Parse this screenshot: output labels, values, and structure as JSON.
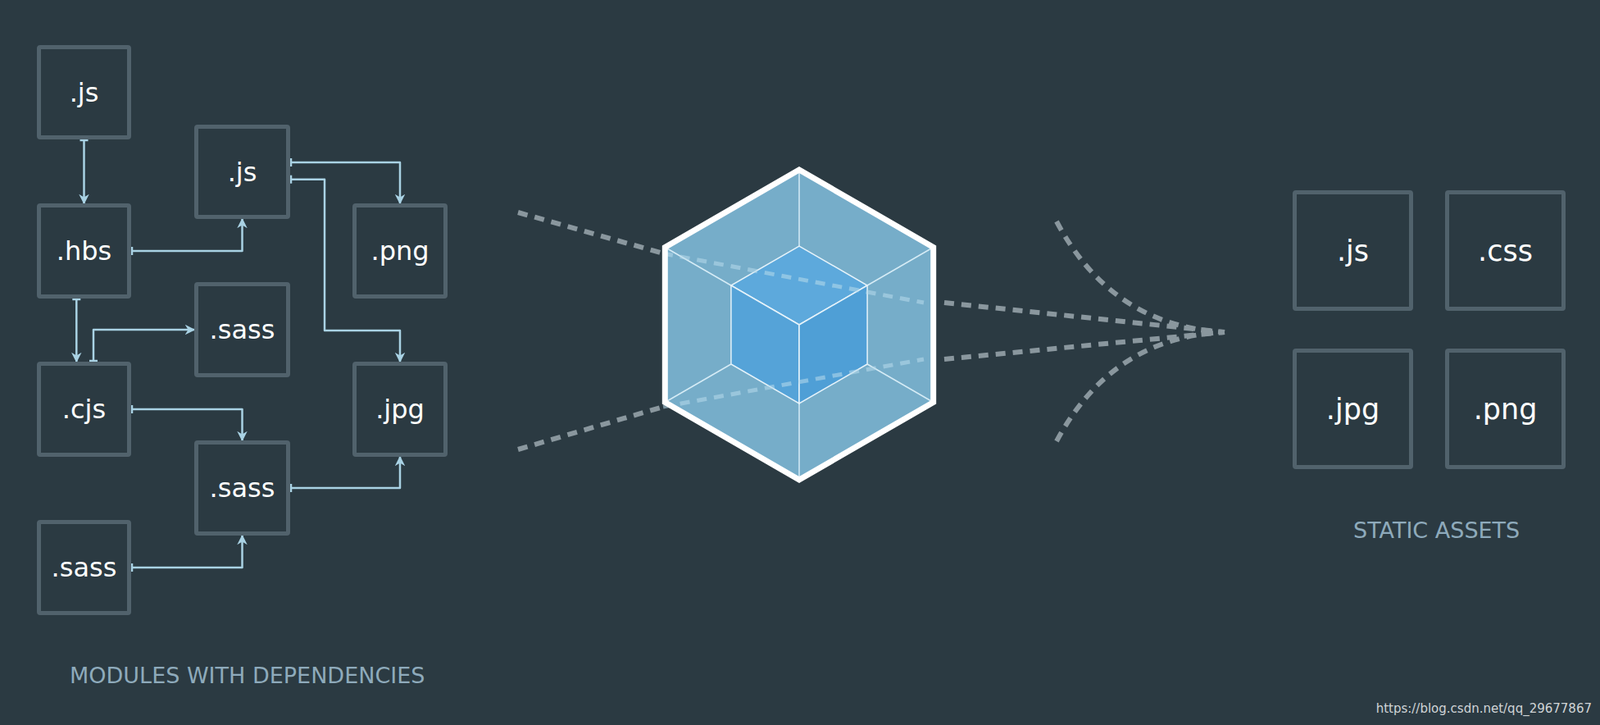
{
  "diagram": {
    "nodes": [
      {
        "text": [
          ".js"
        ]
      },
      {
        "text": [
          ".js"
        ]
      },
      {
        "text": [
          ".hbs"
        ]
      },
      {
        "text": [
          ".png"
        ]
      },
      {
        "text": [
          ".sass"
        ]
      },
      {
        "text": [
          ".cjs"
        ]
      },
      {
        "text": [
          ".jpg"
        ]
      },
      {
        "text": [
          ".sass"
        ]
      },
      {
        "text": [
          ".sass"
        ]
      },
      {
        "text": [
          ".js"
        ]
      },
      {
        "text": [
          ".css"
        ]
      },
      {
        "text": [
          ".jpg"
        ]
      },
      {
        "text": [
          ".png"
        ]
      }
    ],
    "edges": [
      {
        "from": 0,
        "to": 2,
        "arrow": "to"
      },
      {
        "from": 2,
        "to": 1,
        "arrow": "to"
      },
      {
        "from": 1,
        "to": 3,
        "arrow": "to"
      },
      {
        "from": 1,
        "to": 6,
        "arrow": "to"
      },
      {
        "from": 2,
        "to": 5,
        "arrow": "to"
      },
      {
        "from": 5,
        "to": 4,
        "arrow": "to"
      },
      {
        "from": 5,
        "to": 7,
        "arrow": "to"
      },
      {
        "from": 7,
        "to": 6,
        "arrow": "to"
      },
      {
        "from": 8,
        "to": 7,
        "arrow": "to"
      }
    ],
    "labels": [
      "MODULES WITH DEPENDENCIES",
      "STATIC ASSETS",
      "https://blog.csdn.net/qq_29677867"
    ]
  }
}
